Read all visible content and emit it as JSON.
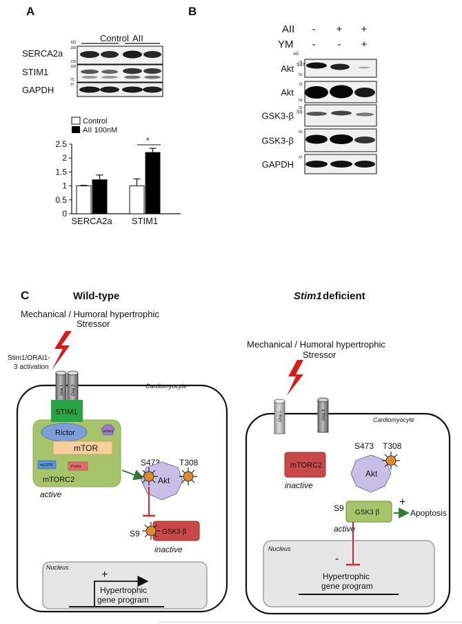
{
  "panelA": {
    "letter": "A",
    "blot": {
      "header_control": "Control",
      "header_aii": "AII",
      "kd_label": "kD",
      "rows": [
        {
          "label": "SERCA2a",
          "markers": [
            "150",
            "100"
          ]
        },
        {
          "label": "STIM1",
          "markers": [
            "100",
            "75"
          ]
        },
        {
          "label": "GAPDH",
          "markers": [
            "37"
          ]
        }
      ]
    },
    "legend": [
      "Control",
      "AII 100nM"
    ],
    "significance": "*"
  },
  "chart_data": {
    "type": "bar",
    "categories": [
      "SERCA2a",
      "STIM1"
    ],
    "series": [
      {
        "name": "Control",
        "values": [
          1.0,
          1.0
        ],
        "errors": [
          0.02,
          0.25
        ]
      },
      {
        "name": "AII 100nM",
        "values": [
          1.22,
          2.2
        ],
        "errors": [
          0.17,
          0.15
        ]
      }
    ],
    "ylim": [
      0,
      2.5
    ],
    "yticks": [
      "0",
      "0.5",
      "1",
      "1.5",
      "2",
      "2.5"
    ],
    "colors": {
      "Control": "#ffffff",
      "AII 100nM": "#000000"
    }
  },
  "panelB": {
    "letter": "B",
    "treatments": [
      {
        "label": "AII",
        "signs": [
          "-",
          "+",
          "+"
        ]
      },
      {
        "label": "YM",
        "signs": [
          "-",
          "-",
          "+"
        ]
      }
    ],
    "kd_label": "kD",
    "rows": [
      {
        "label": "Akt",
        "sup": "S473",
        "markers": [
          "75",
          "50"
        ]
      },
      {
        "label": "Akt",
        "sup": "",
        "markers": [
          "75",
          "50"
        ]
      },
      {
        "label": "GSK3-β",
        "sup": "S9",
        "markers": [
          "50"
        ]
      },
      {
        "label": "GSK3-β",
        "sup": "",
        "markers": [
          "50"
        ]
      },
      {
        "label": "GAPDH",
        "sup": "",
        "markers": [
          "37"
        ]
      }
    ]
  },
  "panelC": {
    "letter": "C",
    "wildtype": {
      "title": "Wild-type",
      "stressor_line1": "Mechanical / Humoral hypertrophic",
      "stressor_line2": "Stressor",
      "activation_line1": "Stim1/ORAI1-",
      "activation_line2": "3 activation",
      "orai1": "Orai 1",
      "orai3": "Orai 3",
      "cell_label": "Cardiomyocyte",
      "stim1": "STIM1",
      "rictor": "Rictor",
      "msin1": "mSin1",
      "mtor": "mTOR",
      "mlst8": "mLST8",
      "protor": "Protor",
      "mtorc2": "mTORC2",
      "active": "active",
      "s473": "S473",
      "t308": "T308",
      "akt": "Akt",
      "s9": "S9",
      "gsk3b": "GSK3 β",
      "inactive": "inactive",
      "nucleus": "Nucleus",
      "plus": "+",
      "gene_line1": "Hypertrophic",
      "gene_line2": "gene program"
    },
    "deficient": {
      "title_italic": "Stim1",
      "title_rest": "deficient",
      "stressor_line1": "Mechanical / Humoral hypertrophic",
      "stressor_line2": "Stressor",
      "orai1": "Orai 1",
      "orai3": "Orai 3",
      "cell_label": "Cardiomyocyte",
      "mtorc2": "mTORC2",
      "inactive": "inactive",
      "s473": "S473",
      "t308": "T308",
      "akt": "Akt",
      "s9": "S9",
      "gsk3b": "GSK3 β",
      "active": "active",
      "plus": "+",
      "apoptosis": "Apoptosis",
      "minus": "-",
      "nucleus": "Nucleus",
      "gene_line1": "Hypertrophic",
      "gene_line2": "gene program"
    }
  }
}
